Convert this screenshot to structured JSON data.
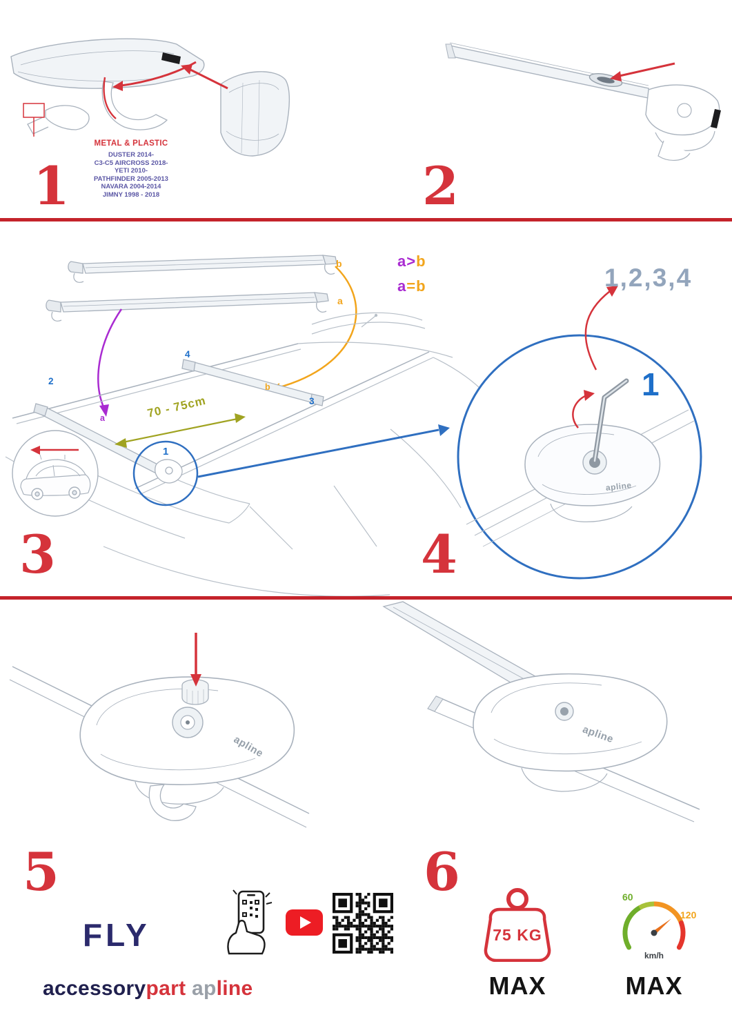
{
  "colors": {
    "red": "#d5333b",
    "blue": "#1e6fc9",
    "purple": "#a92bd1",
    "orange": "#f2a51c",
    "olive": "#a0a321",
    "navy": "#2b2a6c",
    "slate": "#93a5bc"
  },
  "steps": {
    "s1": {
      "number": "1",
      "material_label": "METAL & PLASTIC",
      "models": [
        "DUSTER 2014-",
        "C3-C5 AIRCROSS 2018-",
        "YETI 2010-",
        "PATHFINDER 2005-2013",
        "NAVARA 2004-2014",
        "JIMNY 1998 - 2018"
      ]
    },
    "s2": {
      "number": "2"
    },
    "s3": {
      "number": "3",
      "distance_label": "70 - 75cm",
      "bar_b": "b",
      "bar_a": "a",
      "roof_2": "2",
      "roof_4": "4",
      "roof_3": "3",
      "roof_b": "b",
      "roof_a": "a",
      "foot_1": "1",
      "rule_gt": {
        "left": "a",
        "op": ">",
        "right": "b"
      },
      "rule_eq": {
        "left": "a",
        "op": "=",
        "right": "b"
      }
    },
    "s4": {
      "number": "4",
      "sequence": "1,2,3,4",
      "step_one": "1"
    },
    "s5": {
      "number": "5"
    },
    "s6": {
      "number": "6"
    }
  },
  "brand": {
    "fly": "FLY",
    "accessory": "accessory",
    "part": "part",
    "ap": "ap",
    "line": "line",
    "logo_small": "apline"
  },
  "limits": {
    "weight_value": "75 KG",
    "weight_max": "MAX",
    "speed_low": "60",
    "speed_high": "120",
    "speed_unit": "km/h",
    "speed_max": "MAX"
  }
}
